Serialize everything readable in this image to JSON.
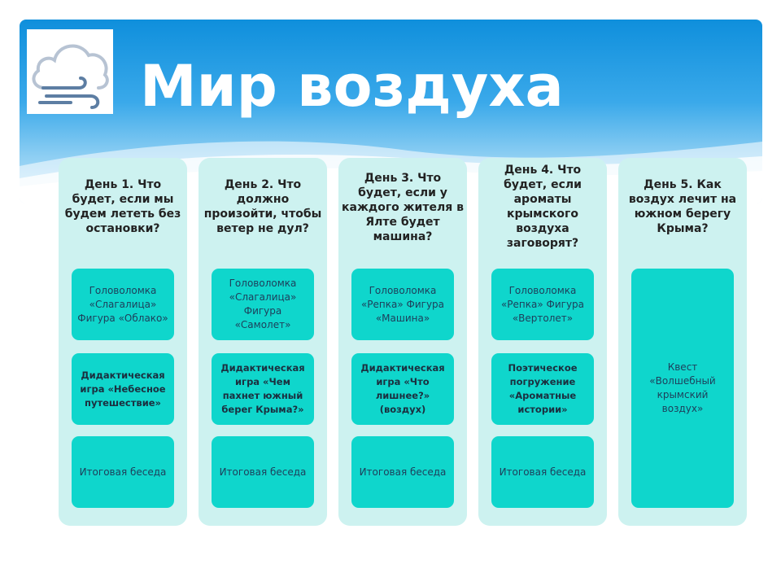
{
  "title": "Мир воздуха",
  "logo_icon": "cloud-wind-icon",
  "colors": {
    "sky_top": "#0f8fdc",
    "column_bg": "#cdf2f0",
    "card_bg": "#0fd6cc",
    "card_text": "#1e3e5a"
  },
  "columns": [
    {
      "heading": "День 1. Что будет, если мы будем лететь без остановки?",
      "cards": [
        {
          "text": "Головоломка «Слагалица» Фигура «Облако»",
          "bold": false
        },
        {
          "text": "Дидактическая игра «Небесное путешествие»",
          "bold": true
        },
        {
          "text": "Итоговая беседа",
          "bold": false
        }
      ]
    },
    {
      "heading": "День 2. Что должно произойти, чтобы ветер не дул?",
      "cards": [
        {
          "text": "Головоломка «Слагалица» Фигура «Самолет»",
          "bold": false
        },
        {
          "text": "Дидактическая игра «Чем пахнет южный берег Крыма?»",
          "bold": true
        },
        {
          "text": "Итоговая беседа",
          "bold": false
        }
      ]
    },
    {
      "heading": "День 3. Что будет, если у каждого жителя в Ялте будет машина?",
      "cards": [
        {
          "text": "Головоломка «Репка» Фигура «Машина»",
          "bold": false
        },
        {
          "text": "Дидактическая игра «Что лишнее?» (воздух)",
          "bold": true
        },
        {
          "text": "Итоговая беседа",
          "bold": false
        }
      ]
    },
    {
      "heading": "День 4. Что будет, если ароматы крымского воздуха заговорят?",
      "cards": [
        {
          "text": "Головоломка «Репка» Фигура «Вертолет»",
          "bold": false
        },
        {
          "text": "Поэтическое погружение «Ароматные истории»",
          "bold": true
        },
        {
          "text": "Итоговая беседа",
          "bold": false
        }
      ]
    },
    {
      "heading": "День 5. Как воздух лечит на южном берегу Крыма?",
      "cards": [
        {
          "text": "Квест «Волшебный крымский воздух»",
          "bold": false
        }
      ]
    }
  ]
}
